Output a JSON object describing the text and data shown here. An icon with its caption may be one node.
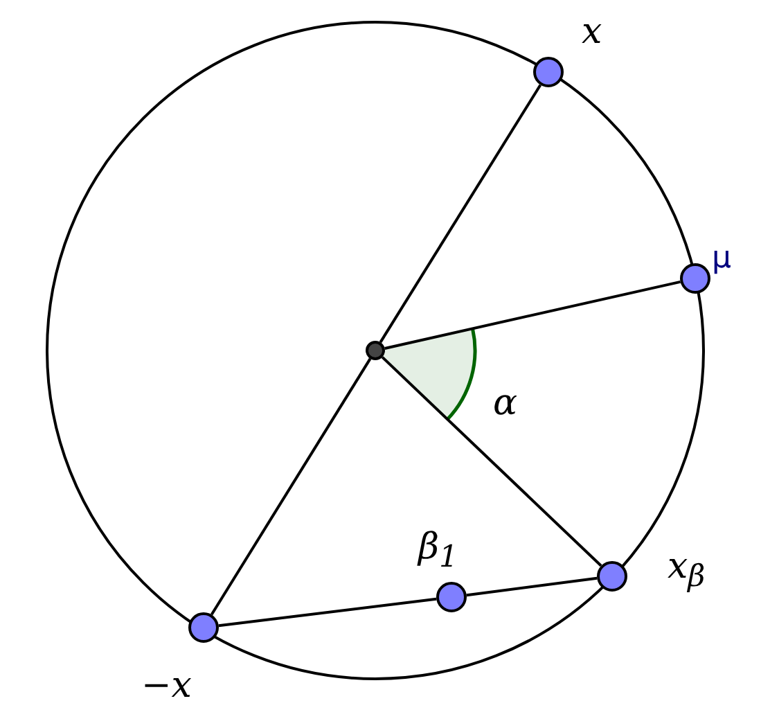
{
  "diagram": {
    "nodes": [
      {
        "text": [],
        "shape": "circle"
      },
      {
        "text": [],
        "shape": "circle",
        "beside": [
          "x"
        ]
      },
      {
        "text": [],
        "shape": "circle",
        "beside": [
          "μ"
        ]
      },
      {
        "text": [],
        "shape": "circle",
        "beside": [
          "x$_{β}$"
        ]
      },
      {
        "text": [],
        "shape": "circle",
        "beside": [
          "β$_{1}$"
        ]
      },
      {
        "text": [],
        "shape": "circle",
        "beside": [
          "−x"
        ]
      }
    ],
    "edges": [
      {
        "from": 0,
        "to": 1,
        "arrow": "none"
      },
      {
        "from": 0,
        "to": 2,
        "arrow": "none"
      },
      {
        "from": 0,
        "to": 3,
        "arrow": "none"
      },
      {
        "from": 0,
        "to": 5,
        "arrow": "none"
      },
      {
        "from": 5,
        "to": 4,
        "arrow": "none"
      },
      {
        "from": 4,
        "to": 3,
        "arrow": "none"
      }
    ],
    "labels": [
      "α"
    ]
  }
}
